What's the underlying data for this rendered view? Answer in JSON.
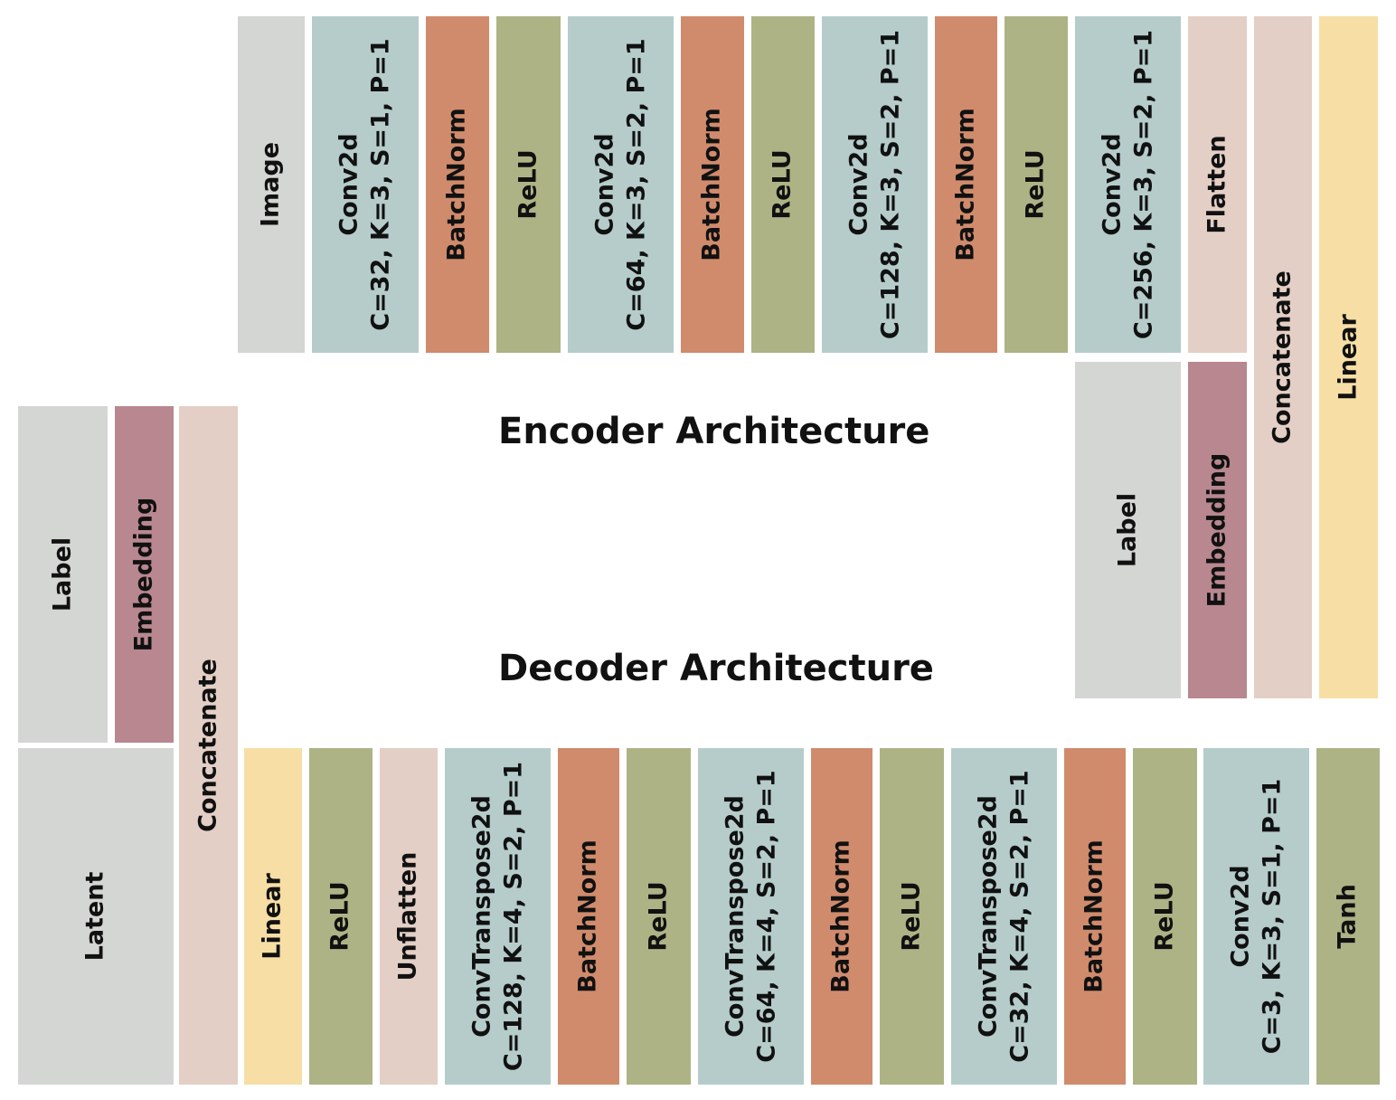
{
  "titles": {
    "encoder": "Encoder Architecture",
    "decoder": "Decoder Architecture"
  },
  "colors": {
    "input": "#d4d6d3",
    "conv": "#b5cccb",
    "batchnorm": "#d08b6c",
    "relu": "#aeb385",
    "reshape": "#e3cfc5",
    "embedding": "#b8878f",
    "linear": "#f6dea5"
  },
  "encoder": {
    "image": "Image",
    "conv1": {
      "l1": "Conv2d",
      "l2": "C=32, K=3, S=1, P=1"
    },
    "bn1": "BatchNorm",
    "relu1": "ReLU",
    "conv2": {
      "l1": "Conv2d",
      "l2": "C=64, K=3, S=2, P=1"
    },
    "bn2": "BatchNorm",
    "relu2": "ReLU",
    "conv3": {
      "l1": "Conv2d",
      "l2": "C=128, K=3, S=2, P=1"
    },
    "bn3": "BatchNorm",
    "relu3": "ReLU",
    "conv4": {
      "l1": "Conv2d",
      "l2": "C=256, K=3, S=2, P=1"
    },
    "flatten": "Flatten",
    "label": "Label",
    "embedding": "Embedding",
    "concatenate": "Concatenate",
    "linear": "Linear"
  },
  "decoder": {
    "label": "Label",
    "embedding": "Embedding",
    "latent": "Latent",
    "concatenate": "Concatenate",
    "linear": "Linear",
    "relu1": "ReLU",
    "unflatten": "Unflatten",
    "convt1": {
      "l1": "ConvTranspose2d",
      "l2": "C=128, K=4, S=2, P=1"
    },
    "bn1": "BatchNorm",
    "relu2": "ReLU",
    "convt2": {
      "l1": "ConvTranspose2d",
      "l2": "C=64, K=4, S=2, P=1"
    },
    "bn2": "BatchNorm",
    "relu3": "ReLU",
    "convt3": {
      "l1": "ConvTranspose2d",
      "l2": "C=32, K=4, S=2, P=1"
    },
    "bn3": "BatchNorm",
    "relu4": "ReLU",
    "conv": {
      "l1": "Conv2d",
      "l2": "C=3, K=3, S=1, P=1"
    },
    "tanh": "Tanh"
  }
}
